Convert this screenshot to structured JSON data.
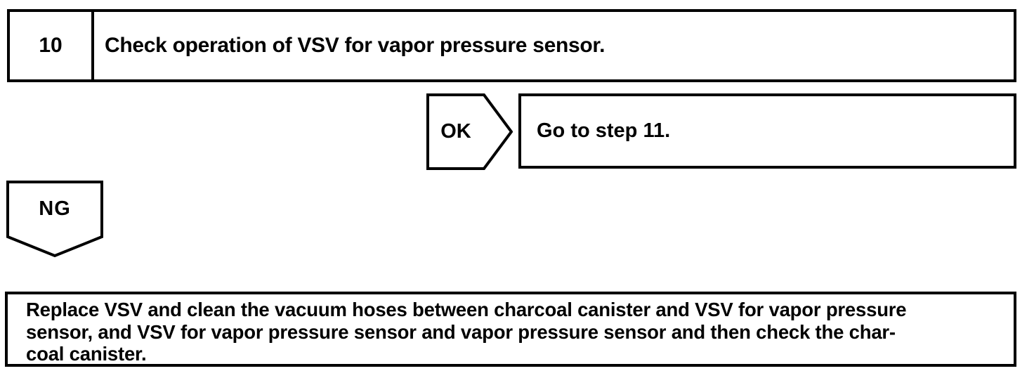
{
  "step": {
    "number": "10",
    "title": "Check operation of VSV for vapor pressure sensor."
  },
  "ok_branch": {
    "label": "OK",
    "action": "Go to step 11."
  },
  "ng_branch": {
    "label": "NG",
    "action_lines": [
      "Replace VSV and clean the vacuum hoses between charcoal canister and VSV for vapor pressure",
      "sensor, and VSV for vapor pressure sensor and vapor pressure sensor and then check the char-",
      "coal canister."
    ]
  },
  "colors": {
    "line": "#000000",
    "background": "#ffffff"
  }
}
